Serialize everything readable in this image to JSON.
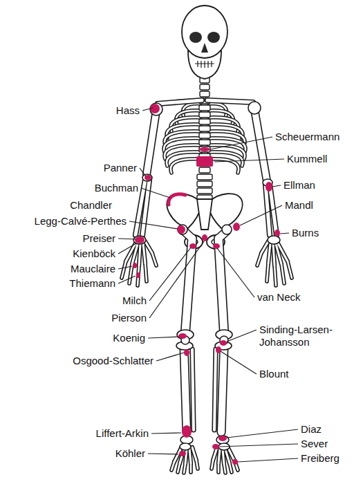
{
  "diagram": {
    "labels": [
      "Hass",
      "Scheuermann",
      "Kummell",
      "Panner",
      "Ellman",
      "Buchman",
      "Chandler",
      "Mandl",
      "Legg-Calvé-Perthes",
      "Burns",
      "Preiser",
      "Kienböck",
      "Mauclaire",
      "Thiemann",
      "Milch",
      "van Neck",
      "Pierson",
      "Koenig",
      "Sinding-Larsen- Johansson",
      "Osgood-Schlatter",
      "Blount",
      "Diaz",
      "Liffert-Arkin",
      "Sever",
      "Köhler",
      "Freiberg"
    ]
  }
}
